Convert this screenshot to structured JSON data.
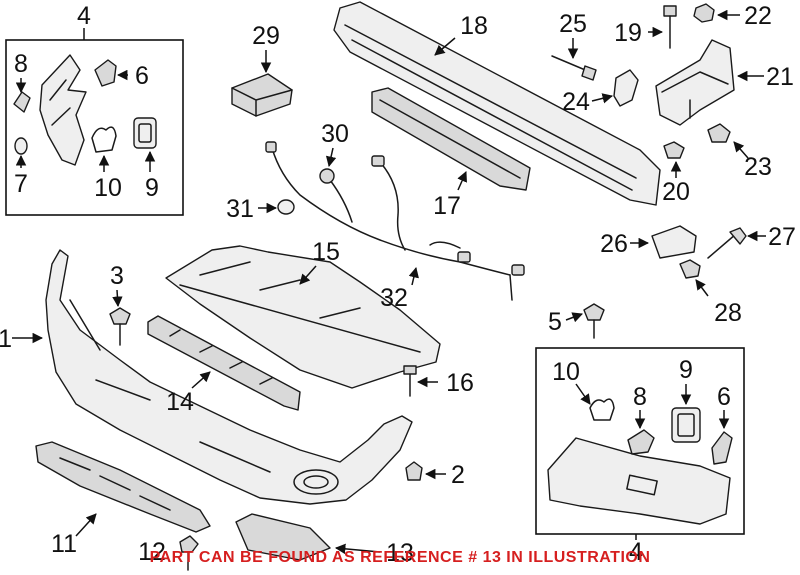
{
  "callouts": {
    "c1": "1",
    "c2": "2",
    "c3": "3",
    "c4_top": "4",
    "c4_bottom": "4",
    "c5": "5",
    "c6_top": "6",
    "c6_bottom": "6",
    "c7": "7",
    "c8_top": "8",
    "c8_bottom": "8",
    "c9_top": "9",
    "c9_bottom": "9",
    "c10_top": "10",
    "c10_bottom": "10",
    "c11": "11",
    "c12": "12",
    "c13": "13",
    "c14": "14",
    "c15": "15",
    "c16": "16",
    "c17": "17",
    "c18": "18",
    "c19": "19",
    "c20": "20",
    "c21": "21",
    "c22": "22",
    "c23": "23",
    "c24": "24",
    "c25": "25",
    "c26": "26",
    "c27": "27",
    "c28": "28",
    "c29": "29",
    "c30": "30",
    "c31": "31",
    "c32": "32"
  },
  "footnote": "PART CAN BE FOUND AS REFERENCE # 13 IN ILLUSTRATION",
  "colors": {
    "line": "#1a1a1a",
    "footnote": "#d61f1f",
    "background": "#ffffff"
  }
}
